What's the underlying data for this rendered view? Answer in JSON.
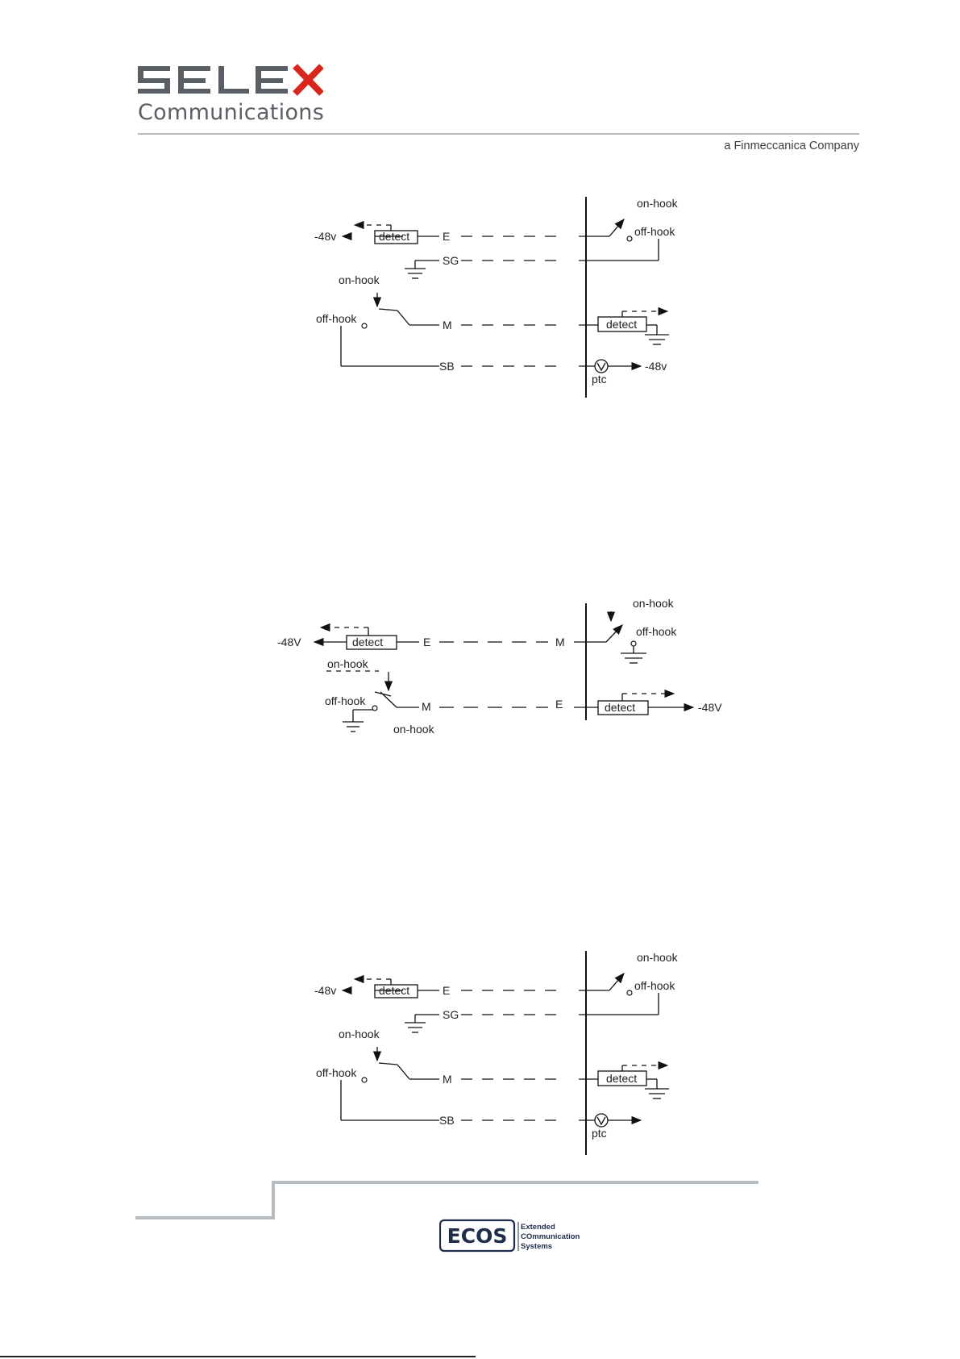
{
  "header": {
    "logo_word": "SELEX",
    "logo_sub": "Communications",
    "tagline": "a Finmeccanica Company"
  },
  "diagram1": {
    "left": {
      "v48": "-48v",
      "detect": "detect",
      "e": "E",
      "sg": "SG",
      "on_hook": "on-hook",
      "off_hook": "off-hook",
      "m": "M",
      "sb": "SB"
    },
    "right": {
      "on_hook": "on-hook",
      "off_hook": "off-hook",
      "detect": "detect",
      "ptc": "ptc",
      "v48": "-48v"
    }
  },
  "diagram2": {
    "left": {
      "v48": "-48V",
      "detect": "detect",
      "e": "E",
      "on_hook": "on-hook",
      "off_hook": "off-hook",
      "m": "M",
      "on_hook_2": "on-hook"
    },
    "right": {
      "m": "M",
      "e": "E",
      "on_hook": "on-hook",
      "off_hook": "off-hook",
      "detect": "detect",
      "v48": "-48V"
    }
  },
  "diagram3": {
    "left": {
      "v48": "-48v",
      "detect": "detect",
      "e": "E",
      "sg": "SG",
      "on_hook": "on-hook",
      "off_hook": "off-hook",
      "m": "M",
      "sb": "SB"
    },
    "right": {
      "on_hook": "on-hook",
      "off_hook": "off-hook",
      "detect": "detect",
      "ptc": "ptc"
    }
  },
  "footer": {
    "logo_word": "ECOS",
    "logo_lines": [
      "Extended",
      "COmmunication",
      "Systems"
    ]
  },
  "colors": {
    "brand_gray": "#5a5f66",
    "brand_red": "#d9261c",
    "navy": "#1f2d4d",
    "rule": "#b7bcc1"
  }
}
